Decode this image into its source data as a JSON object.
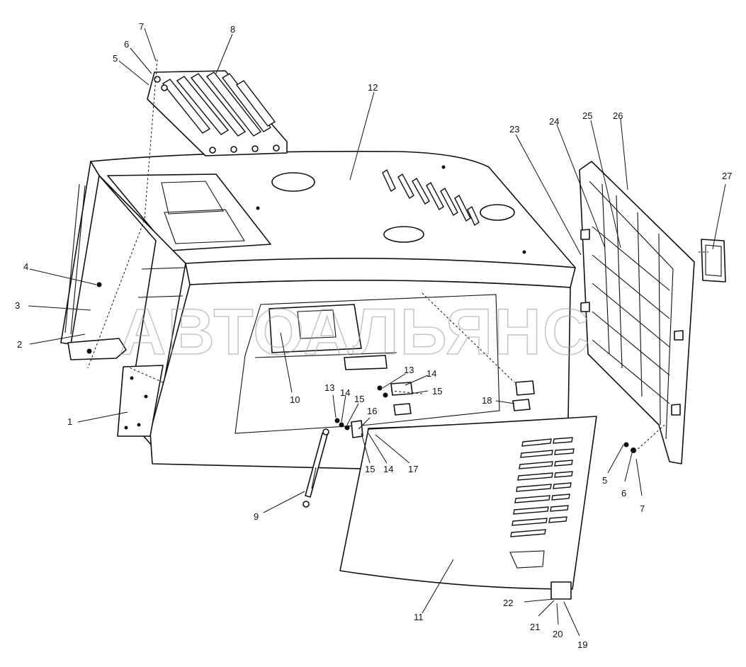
{
  "watermark": "АВТОАЛЬЯНС",
  "callouts": {
    "c1": "1",
    "c2": "2",
    "c3": "3",
    "c4": "4",
    "c5a": "5",
    "c6a": "6",
    "c7a": "7",
    "c8": "8",
    "c9": "9",
    "c10": "10",
    "c11": "11",
    "c12": "12",
    "c13a": "13",
    "c14a": "14",
    "c15a": "15",
    "c13b": "13",
    "c14b": "14",
    "c15b": "15",
    "c16": "16",
    "c15c": "15",
    "c14c": "14",
    "c17": "17",
    "c18": "18",
    "c19": "19",
    "c20": "20",
    "c21": "21",
    "c22": "22",
    "c23": "23",
    "c24": "24",
    "c25": "25",
    "c26": "26",
    "c27": "27",
    "c5b": "5",
    "c6b": "6",
    "c7b": "7"
  }
}
